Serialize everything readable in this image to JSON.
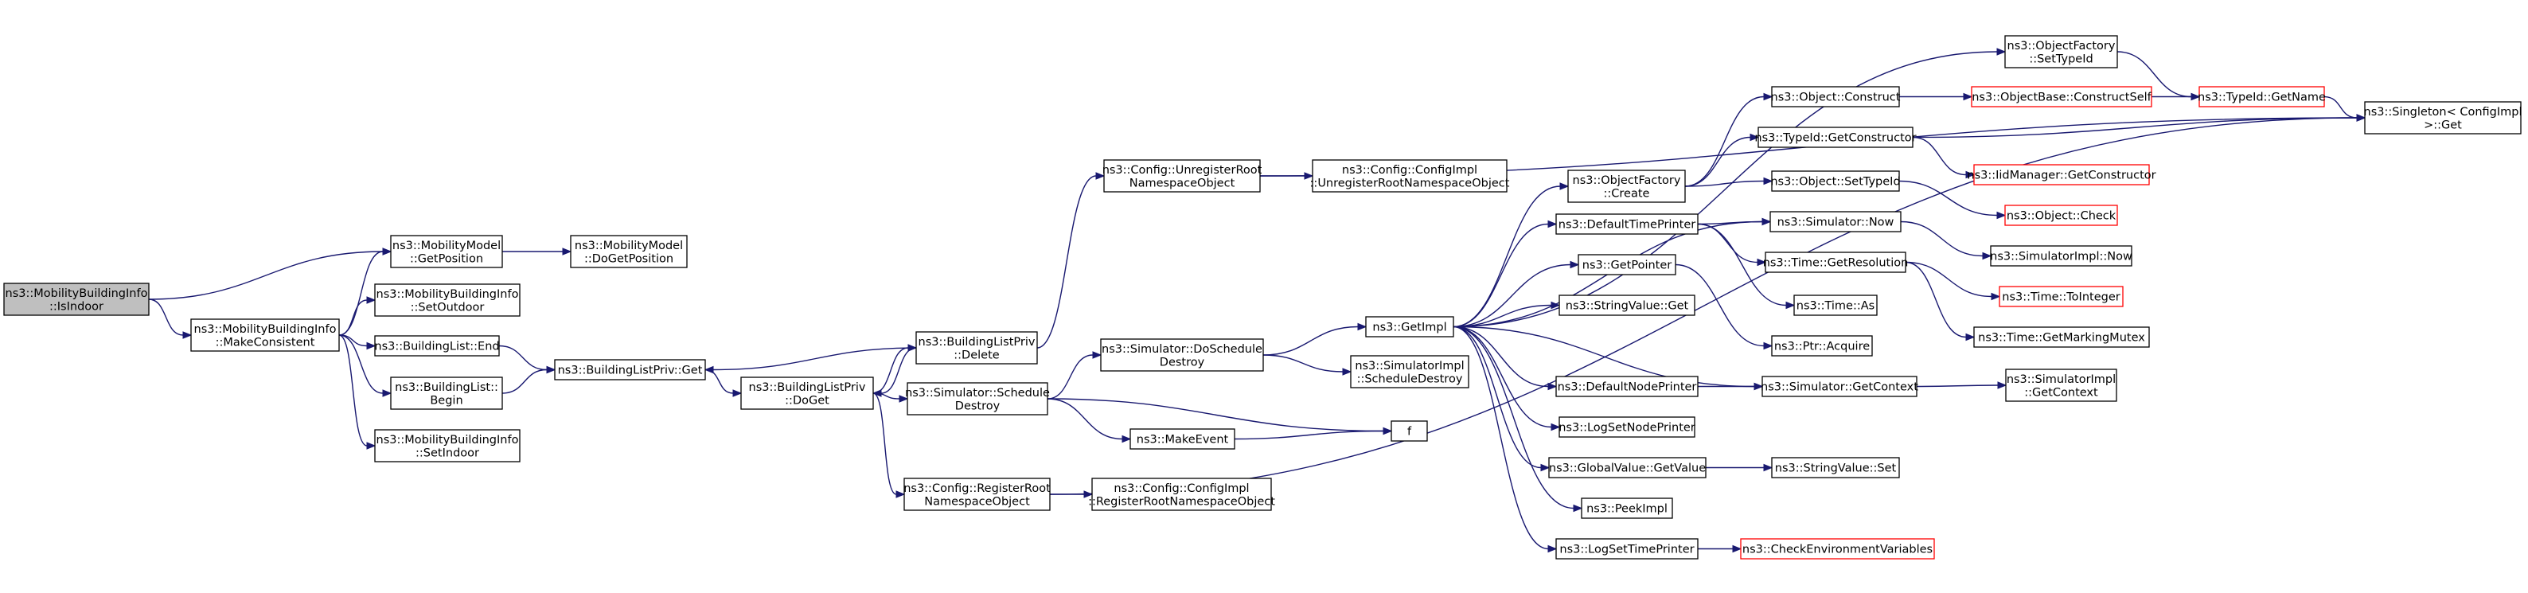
{
  "colors": {
    "edge": "#191970",
    "border": "#000000",
    "border_truncated": "#ff0000",
    "root_fill": "#bfbfbf"
  },
  "nodes": [
    {
      "id": "root",
      "lines": [
        "ns3::MobilityBuildingInfo",
        "::IsIndoor"
      ],
      "style": "root"
    },
    {
      "id": "makeconsistent",
      "lines": [
        "ns3::MobilityBuildingInfo",
        "::MakeConsistent"
      ]
    },
    {
      "id": "mm_getposition",
      "lines": [
        "ns3::MobilityModel",
        "::GetPosition"
      ]
    },
    {
      "id": "mm_dogetposition",
      "lines": [
        "ns3::MobilityModel",
        "::DoGetPosition"
      ]
    },
    {
      "id": "setoutdoor",
      "lines": [
        "ns3::MobilityBuildingInfo",
        "::SetOutdoor"
      ]
    },
    {
      "id": "bl_end",
      "lines": [
        "ns3::BuildingList::End"
      ]
    },
    {
      "id": "bl_begin",
      "lines": [
        "ns3::BuildingList::",
        "Begin"
      ]
    },
    {
      "id": "setindoor",
      "lines": [
        "ns3::MobilityBuildingInfo",
        "::SetIndoor"
      ]
    },
    {
      "id": "blp_get",
      "lines": [
        "ns3::BuildingListPriv::Get"
      ]
    },
    {
      "id": "blp_doget",
      "lines": [
        "ns3::BuildingListPriv",
        "::DoGet"
      ]
    },
    {
      "id": "blp_delete",
      "lines": [
        "ns3::BuildingListPriv",
        "::Delete"
      ]
    },
    {
      "id": "sim_scheduledestroy",
      "lines": [
        "ns3::Simulator::Schedule",
        "Destroy"
      ]
    },
    {
      "id": "cfg_registerroot",
      "lines": [
        "ns3::Config::RegisterRoot",
        "NamespaceObject"
      ]
    },
    {
      "id": "cfg_unregisterroot",
      "lines": [
        "ns3::Config::UnregisterRoot",
        "NamespaceObject"
      ]
    },
    {
      "id": "cfgimpl_unregister",
      "lines": [
        "ns3::Config::ConfigImpl",
        "::UnregisterRootNamespaceObject"
      ]
    },
    {
      "id": "sim_doscheduledestroy",
      "lines": [
        "ns3::Simulator::DoSchedule",
        "Destroy"
      ]
    },
    {
      "id": "makeevent",
      "lines": [
        "ns3::MakeEvent"
      ]
    },
    {
      "id": "cfgimpl_register",
      "lines": [
        "ns3::Config::ConfigImpl",
        "::RegisterRootNamespaceObject"
      ]
    },
    {
      "id": "simimpl_scheduledestroy",
      "lines": [
        "ns3::SimulatorImpl",
        "::ScheduleDestroy"
      ]
    },
    {
      "id": "getimpl",
      "lines": [
        "ns3::GetImpl"
      ]
    },
    {
      "id": "f",
      "lines": [
        "f"
      ]
    },
    {
      "id": "objfactory_create",
      "lines": [
        "ns3::ObjectFactory",
        "::Create"
      ]
    },
    {
      "id": "defaulttimeprinter",
      "lines": [
        "ns3::DefaultTimePrinter"
      ]
    },
    {
      "id": "getpointer",
      "lines": [
        "ns3::GetPointer"
      ]
    },
    {
      "id": "stringvalue_get",
      "lines": [
        "ns3::StringValue::Get"
      ]
    },
    {
      "id": "defaultnodeprinter",
      "lines": [
        "ns3::DefaultNodePrinter"
      ]
    },
    {
      "id": "logsetnodeprinter",
      "lines": [
        "ns3::LogSetNodePrinter"
      ]
    },
    {
      "id": "globalvalue_getvalue",
      "lines": [
        "ns3::GlobalValue::GetValue"
      ]
    },
    {
      "id": "peekimpl",
      "lines": [
        "ns3::PeekImpl"
      ]
    },
    {
      "id": "logsettimeprinter",
      "lines": [
        "ns3::LogSetTimePrinter"
      ]
    },
    {
      "id": "object_construct",
      "lines": [
        "ns3::Object::Construct"
      ]
    },
    {
      "id": "typeid_getconstructor",
      "lines": [
        "ns3::TypeId::GetConstructor"
      ]
    },
    {
      "id": "object_settypeid",
      "lines": [
        "ns3::Object::SetTypeId"
      ]
    },
    {
      "id": "sim_now",
      "lines": [
        "ns3::Simulator::Now"
      ]
    },
    {
      "id": "time_getresolution",
      "lines": [
        "ns3::Time::GetResolution"
      ]
    },
    {
      "id": "time_as",
      "lines": [
        "ns3::Time::As"
      ]
    },
    {
      "id": "ptr_acquire",
      "lines": [
        "ns3::Ptr::Acquire"
      ]
    },
    {
      "id": "sim_getcontext",
      "lines": [
        "ns3::Simulator::GetContext"
      ]
    },
    {
      "id": "stringvalue_set",
      "lines": [
        "ns3::StringValue::Set"
      ]
    },
    {
      "id": "checkenvvars",
      "lines": [
        "ns3::CheckEnvironmentVariables"
      ],
      "style": "red"
    },
    {
      "id": "objfactory_settypeid",
      "lines": [
        "ns3::ObjectFactory",
        "::SetTypeId"
      ]
    },
    {
      "id": "objectbase_constructself",
      "lines": [
        "ns3::ObjectBase::ConstructSelf"
      ],
      "style": "red"
    },
    {
      "id": "typeid_getname",
      "lines": [
        "ns3::TypeId::GetName"
      ],
      "style": "red"
    },
    {
      "id": "iidmanager_getconstructor",
      "lines": [
        "ns3::IidManager::GetConstructor"
      ],
      "style": "red"
    },
    {
      "id": "object_check",
      "lines": [
        "ns3::Object::Check"
      ],
      "style": "red"
    },
    {
      "id": "simimpl_now",
      "lines": [
        "ns3::SimulatorImpl::Now"
      ]
    },
    {
      "id": "time_tointeger",
      "lines": [
        "ns3::Time::ToInteger"
      ],
      "style": "red"
    },
    {
      "id": "time_getmarkingmutex",
      "lines": [
        "ns3::Time::GetMarkingMutex"
      ]
    },
    {
      "id": "simimpl_getcontext",
      "lines": [
        "ns3::SimulatorImpl",
        "::GetContext"
      ]
    },
    {
      "id": "singleton_get",
      "lines": [
        "ns3::Singleton< ConfigImpl",
        ">::Get"
      ]
    }
  ],
  "edges": [
    [
      "root",
      "makeconsistent"
    ],
    [
      "root",
      "mm_getposition"
    ],
    [
      "makeconsistent",
      "mm_getposition"
    ],
    [
      "makeconsistent",
      "setoutdoor"
    ],
    [
      "makeconsistent",
      "bl_end"
    ],
    [
      "makeconsistent",
      "bl_begin"
    ],
    [
      "makeconsistent",
      "setindoor"
    ],
    [
      "mm_getposition",
      "mm_dogetposition"
    ],
    [
      "bl_end",
      "blp_get"
    ],
    [
      "bl_begin",
      "blp_get"
    ],
    [
      "blp_get",
      "blp_doget"
    ],
    [
      "blp_doget",
      "blp_delete"
    ],
    [
      "blp_doget",
      "sim_scheduledestroy"
    ],
    [
      "blp_doget",
      "cfg_registerroot"
    ],
    [
      "blp_delete",
      "blp_get"
    ],
    [
      "blp_delete",
      "blp_doget"
    ],
    [
      "blp_delete",
      "cfg_unregisterroot"
    ],
    [
      "cfg_unregisterroot",
      "cfgimpl_unregister"
    ],
    [
      "cfg_unregisterroot",
      "singleton_get"
    ],
    [
      "sim_scheduledestroy",
      "sim_doscheduledestroy"
    ],
    [
      "sim_scheduledestroy",
      "makeevent"
    ],
    [
      "sim_scheduledestroy",
      "f"
    ],
    [
      "cfg_registerroot",
      "cfgimpl_register"
    ],
    [
      "cfg_registerroot",
      "singleton_get"
    ],
    [
      "sim_doscheduledestroy",
      "getimpl"
    ],
    [
      "sim_doscheduledestroy",
      "simimpl_scheduledestroy"
    ],
    [
      "makeevent",
      "f"
    ],
    [
      "getimpl",
      "objfactory_settypeid"
    ],
    [
      "getimpl",
      "objfactory_create"
    ],
    [
      "getimpl",
      "defaulttimeprinter"
    ],
    [
      "getimpl",
      "sim_now"
    ],
    [
      "getimpl",
      "getpointer"
    ],
    [
      "getimpl",
      "stringvalue_get"
    ],
    [
      "getimpl",
      "defaultnodeprinter"
    ],
    [
      "getimpl",
      "logsetnodeprinter"
    ],
    [
      "getimpl",
      "globalvalue_getvalue"
    ],
    [
      "getimpl",
      "peekimpl"
    ],
    [
      "getimpl",
      "logsettimeprinter"
    ],
    [
      "getimpl",
      "sim_getcontext"
    ],
    [
      "objfactory_create",
      "object_construct"
    ],
    [
      "objfactory_create",
      "typeid_getconstructor"
    ],
    [
      "objfactory_create",
      "object_settypeid"
    ],
    [
      "defaulttimeprinter",
      "sim_now"
    ],
    [
      "defaulttimeprinter",
      "time_getresolution"
    ],
    [
      "defaulttimeprinter",
      "time_as"
    ],
    [
      "getpointer",
      "ptr_acquire"
    ],
    [
      "defaultnodeprinter",
      "sim_getcontext"
    ],
    [
      "globalvalue_getvalue",
      "stringvalue_set"
    ],
    [
      "logsettimeprinter",
      "checkenvvars"
    ],
    [
      "object_construct",
      "objectbase_constructself"
    ],
    [
      "typeid_getconstructor",
      "iidmanager_getconstructor"
    ],
    [
      "typeid_getconstructor",
      "singleton_get"
    ],
    [
      "object_settypeid",
      "object_check"
    ],
    [
      "objectbase_constructself",
      "typeid_getname"
    ],
    [
      "objfactory_settypeid",
      "typeid_getname"
    ],
    [
      "typeid_getname",
      "singleton_get"
    ],
    [
      "sim_now",
      "simimpl_now"
    ],
    [
      "time_getresolution",
      "time_tointeger"
    ],
    [
      "time_getresolution",
      "time_getmarkingmutex"
    ],
    [
      "sim_getcontext",
      "simimpl_getcontext"
    ]
  ]
}
